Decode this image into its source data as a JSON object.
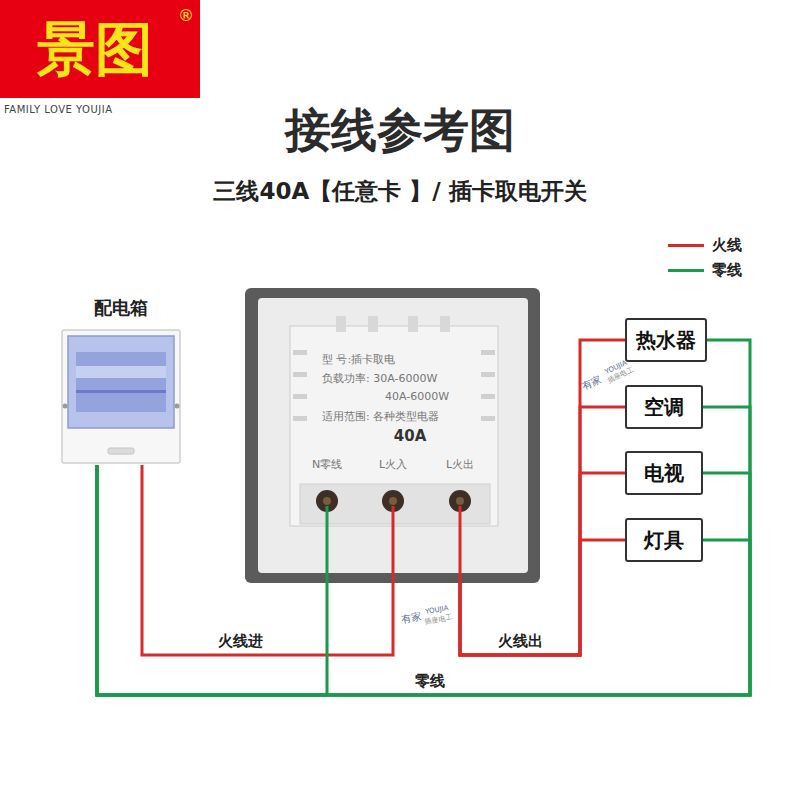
{
  "diagram": {
    "title": "接线参考图",
    "nodes": [
      {
        "text": [
          "配电箱"
        ]
      },
      {
        "text": [
          "型 号:插卡取电",
          "负载功率: 30A-6000W",
          "40A-6000W",
          "适用范围: 各种类型电器",
          "40A",
          "N零线",
          "L火入",
          "L火出"
        ]
      },
      {
        "text": [
          "热水器"
        ]
      },
      {
        "text": [
          "空调"
        ]
      },
      {
        "text": [
          "电视"
        ]
      },
      {
        "text": [
          "灯具"
        ]
      }
    ],
    "edges": [
      {
        "from": 0,
        "to": 1,
        "arrow": "none",
        "label": "火线进"
      },
      {
        "from": 1,
        "to": 2,
        "arrow": "none",
        "label": "火线出"
      },
      {
        "from": 1,
        "to": 3,
        "arrow": "none"
      },
      {
        "from": 1,
        "to": 4,
        "arrow": "none"
      },
      {
        "from": 1,
        "to": 5,
        "arrow": "none"
      },
      {
        "from": 0,
        "to": 1,
        "arrow": "none"
      },
      {
        "from": 0,
        "to": 2,
        "arrow": "none",
        "label": "零线"
      },
      {
        "from": 0,
        "to": 3,
        "arrow": "none"
      },
      {
        "from": 0,
        "to": 4,
        "arrow": "none"
      },
      {
        "from": 0,
        "to": 5,
        "arrow": "none"
      }
    ],
    "labels": [
      "景图",
      "®",
      "FAMILY LOVE YOUJIA",
      "三线40A【任意卡 】/ 插卡取电开关",
      "有家",
      "YOUJIA",
      "插座电工",
      "有家",
      "YOUJIA",
      "插座电工"
    ],
    "legend": [
      {
        "text": "火线",
        "color": "#d62b2b"
      },
      {
        "text": "零线",
        "color": "#1a9a4a"
      }
    ]
  }
}
